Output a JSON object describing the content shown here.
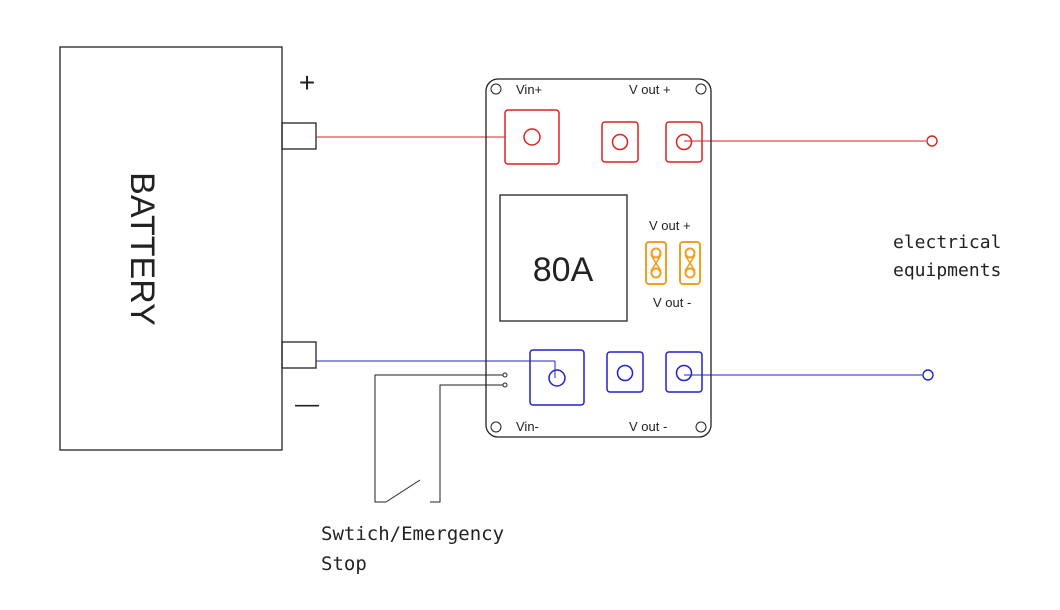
{
  "battery": {
    "label": "BATTERY",
    "plus_sign": "+",
    "minus_sign": "—"
  },
  "board": {
    "vin_plus": "Vin+",
    "vout_plus_top": "V out +",
    "vout_plus_mid": "V out +",
    "vout_minus_mid": "V out -",
    "vin_minus": "Vin-",
    "vout_minus_bottom": "V out -",
    "relay_rating": "80A"
  },
  "load": {
    "line1": "electrical",
    "line2": "equipments"
  },
  "switch": {
    "line1": "Swtich/Emergency",
    "line2": "Stop"
  },
  "colors": {
    "positive": "#dd2222",
    "negative": "#2222cc",
    "fuse": "#f0a020",
    "outline": "#222222"
  }
}
